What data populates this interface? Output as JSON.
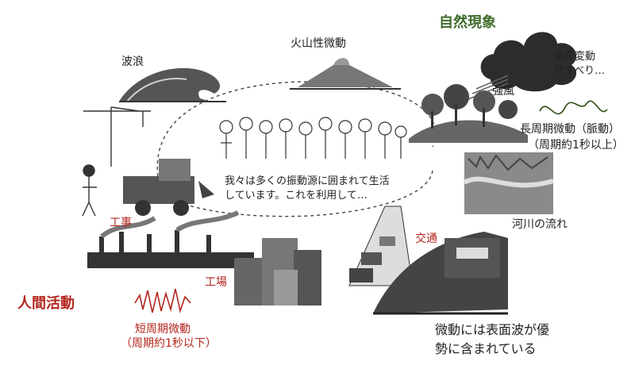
{
  "categories": {
    "natural": "自然現象",
    "human": "人間活動"
  },
  "labels": {
    "waves": "波浪",
    "volcano": "火山性微動",
    "crust": "気圧変動",
    "landslide": "地すべり…",
    "wind": "強風",
    "long_period_title": "長周期微動（脈動）",
    "long_period_sub": "（周期約1秒以上）",
    "river": "河川の流れ",
    "traffic": "交通",
    "construction": "工事",
    "factory": "工場",
    "short_period_title": "短周期微動",
    "short_period_sub": "（周期約1秒以下）"
  },
  "center_text": {
    "line1": "我々は多くの振動源に囲まれて生活",
    "line2": "しています。これを利用して…"
  },
  "caption": {
    "line1": "微動には表面波が優",
    "line2": "勢に含まれている"
  },
  "colors": {
    "human_accent": "#b3261e",
    "natural_accent": "#3f6b2a",
    "traffic_accent": "#b3261e"
  }
}
